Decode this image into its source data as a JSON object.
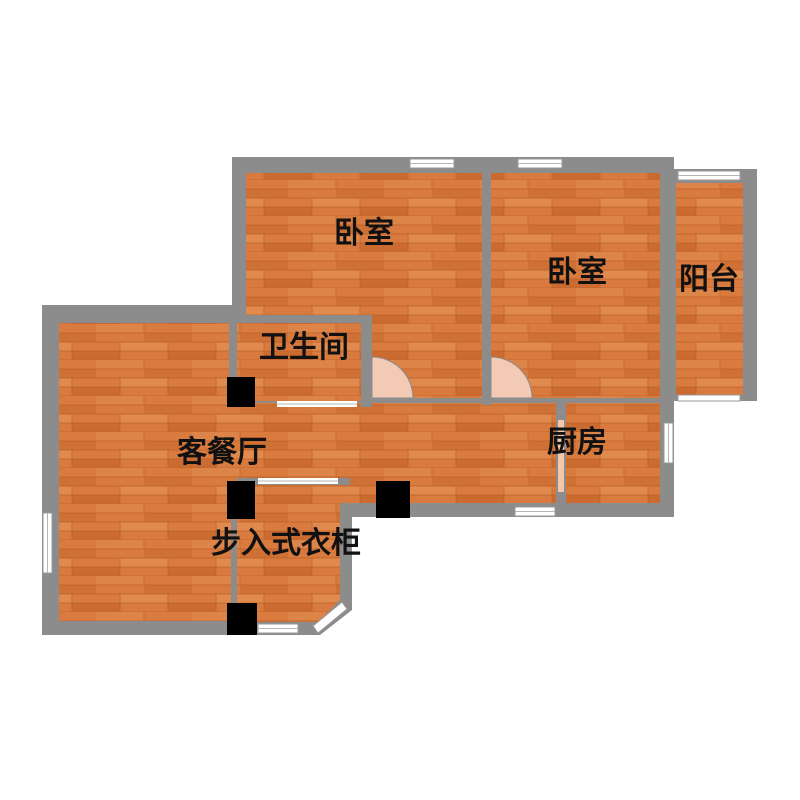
{
  "rooms": {
    "bedroom_1": "卧室",
    "bedroom_2": "卧室",
    "balcony": "阳台",
    "bathroom": "卫生间",
    "living_dining": "客餐厅",
    "kitchen": "厨房",
    "walk_in_closet": "步入式衣柜"
  },
  "colors": {
    "wall": "#8c8c8c",
    "floor_light": "#d97b3e",
    "floor_dark": "#c96a2f",
    "floor_line": "#b45a24",
    "pillar": "#000000",
    "background": "#ffffff"
  }
}
